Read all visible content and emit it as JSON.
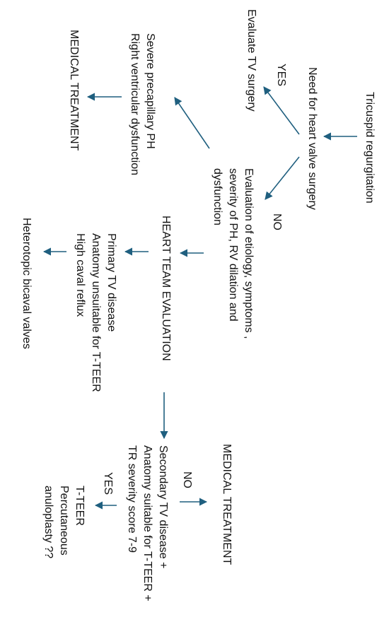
{
  "colors": {
    "arrow": "#1f5f7f",
    "text": "#111111",
    "background": "#ffffff"
  },
  "nodes": {
    "tricuspid_regurgitation": [
      "Tricuspid regurgitation"
    ],
    "need_heart_valve_surgery": [
      "Need for heart valve surgery"
    ],
    "yes_label_top": [
      "YES"
    ],
    "evaluate_tv_surgery": [
      "Evaluate TV surgery"
    ],
    "no_label_top": [
      "NO"
    ],
    "evaluation_etiology": [
      "Evaluation of etiology, symptoms ,",
      "severity of PH, RV dilation and",
      "dysfunction"
    ],
    "severe_precapillary_ph": [
      "Severe precapillary PH",
      "Right ventricular dysfunction"
    ],
    "medical_treatment_left": [
      "MEDICAL TREATMENT"
    ],
    "heart_team_evaluation": [
      "HEART TEAM EVALUATION"
    ],
    "primary_tv_disease": [
      "Primary TV disease",
      "Anatomy unsuitable for T-TEER",
      "High caval reflux"
    ],
    "heterotopic_bicaval_valves": [
      "Heterotopic bicaval valves"
    ],
    "medical_treatment_right": [
      "MEDICAL TREATMENT"
    ],
    "no_label_bottom": [
      "NO"
    ],
    "secondary_tv_disease": [
      "Secondary TV disease +",
      "Anatomy suitable for T-TEER +",
      "TR severity  score  7-9"
    ],
    "yes_label_bottom": [
      "YES"
    ],
    "t_teer": [
      "T-TEER",
      "Percutaneous",
      "anuloplasty ??"
    ]
  }
}
